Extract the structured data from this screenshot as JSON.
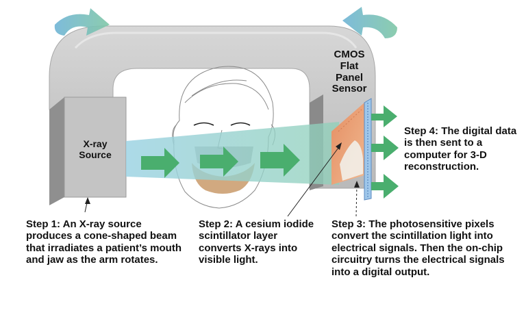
{
  "source_label": "X-ray Source",
  "sensor_label": "CMOS Flat Panel Sensor",
  "steps": [
    {
      "head": "Step 1:",
      "body": "An X-ray source produces a cone-shaped beam that irradiates a patient’s mouth and jaw as the arm rotates."
    },
    {
      "head": "Step 2:",
      "body": "A cesium iodide scintillator layer converts X-rays into visible light."
    },
    {
      "head": "Step 3:",
      "body": "The photosensitive pixels convert the scintillation light into electrical signals. Then the on-chip circuitry turns the electrical signals into a digital output."
    },
    {
      "head": "Step 4:",
      "body": "The digital data is then sent to a computer for 3-D reconstruction."
    }
  ],
  "colors": {
    "arm": "#c9c9c9",
    "arm_shadow": "#8f8f8f",
    "beam": "#7fc8d6",
    "arrow": "#4aae6e",
    "rotation_arrow": "#5aa6c6",
    "scintillator": "#e8a27c",
    "jaw": "#c99a6a"
  },
  "icons": [
    "rotation-arrow-icon",
    "beam-arrow-icon",
    "signal-arrow-icon"
  ]
}
